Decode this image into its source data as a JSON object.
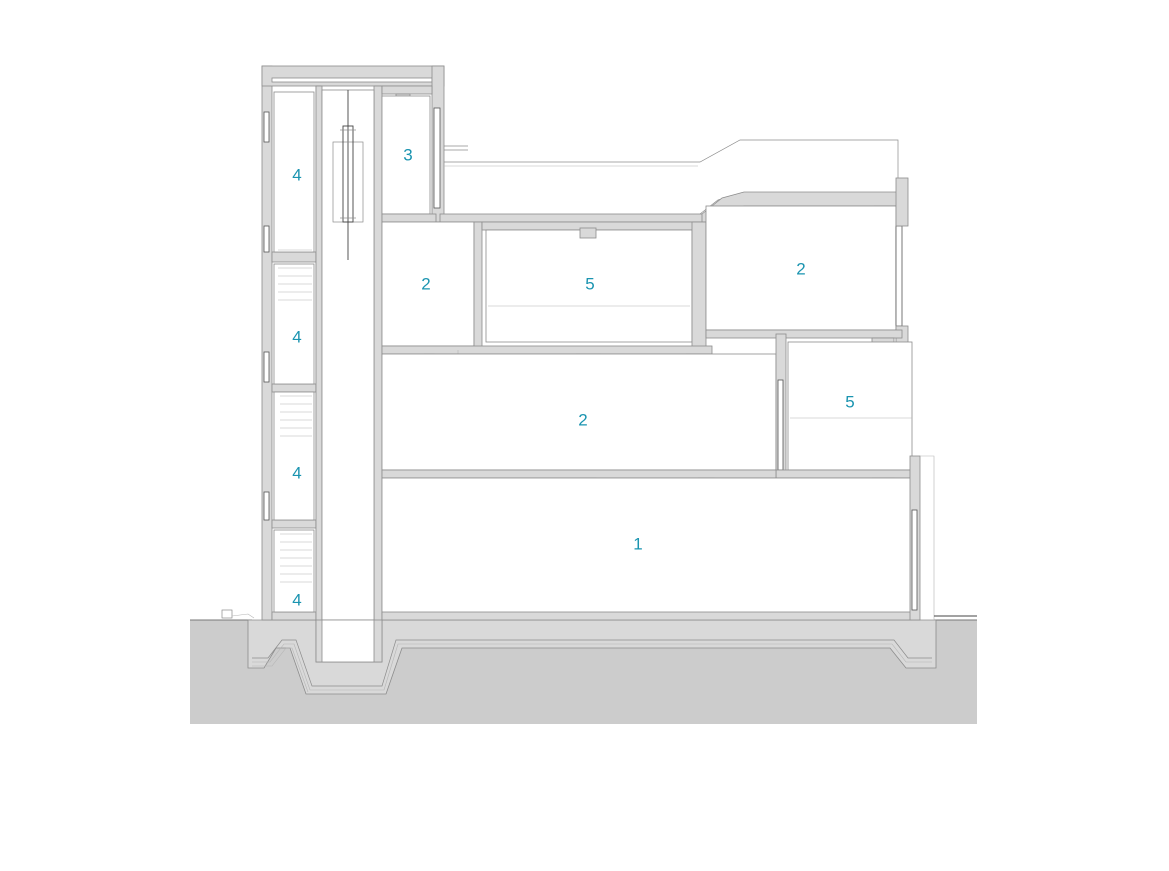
{
  "section": {
    "rooms": [
      {
        "id": "shaft-top-1",
        "label": "4"
      },
      {
        "id": "shaft-top-2",
        "label": "4"
      },
      {
        "id": "shaft-top-3",
        "label": "4"
      },
      {
        "id": "shaft-top-4",
        "label": "4"
      },
      {
        "id": "upper-small",
        "label": "3"
      },
      {
        "id": "mid-left",
        "label": "2"
      },
      {
        "id": "mid-center",
        "label": "5"
      },
      {
        "id": "mid-right",
        "label": "2"
      },
      {
        "id": "lower-right",
        "label": "5"
      },
      {
        "id": "lower-wide",
        "label": "2"
      },
      {
        "id": "ground-hall",
        "label": "1"
      }
    ],
    "colors": {
      "label": "#1a94b0",
      "wall_fill": "#d9d9d9",
      "ground_fill": "#cccccc",
      "line": "#8c8c8c"
    }
  }
}
